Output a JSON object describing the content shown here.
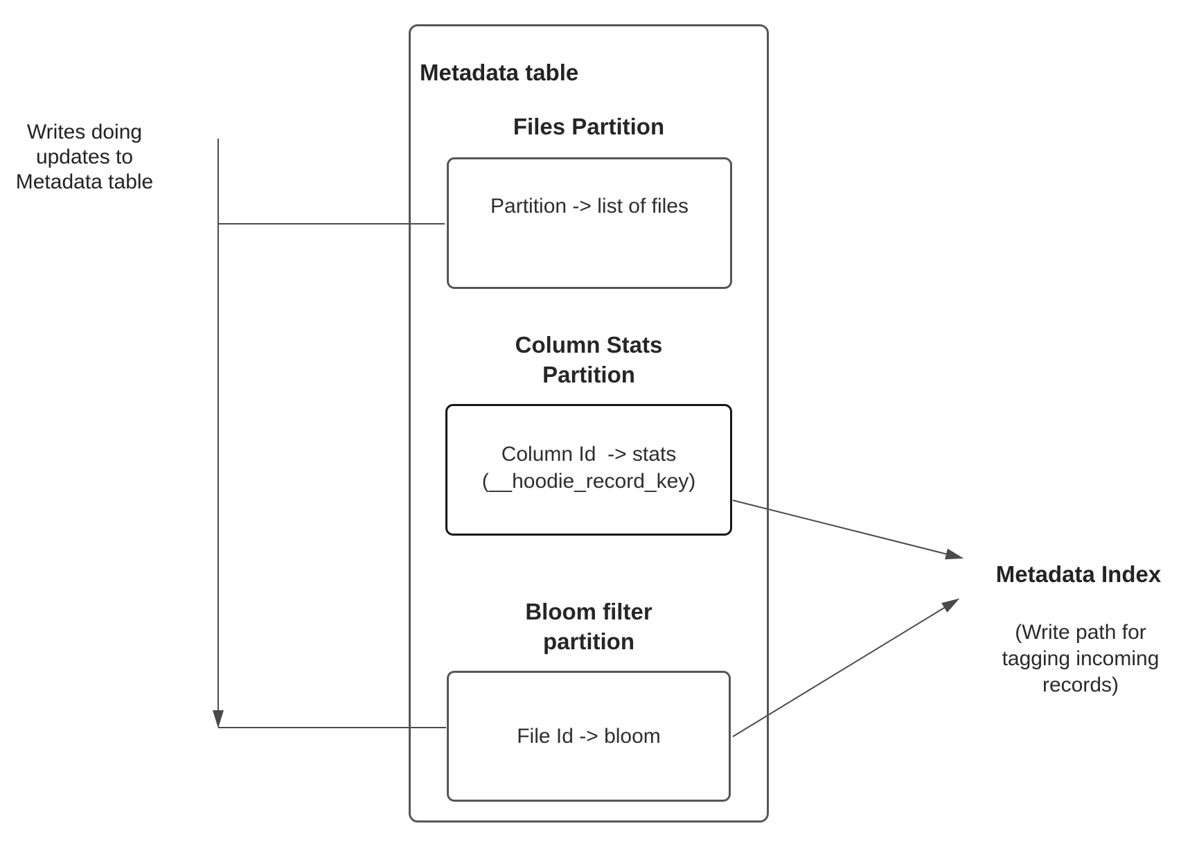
{
  "left_note": {
    "lines": [
      "Writes doing",
      "updates to",
      "Metadata table"
    ]
  },
  "metadata_table": {
    "title": "Metadata table",
    "files_partition": {
      "heading": "Files Partition",
      "mapping": "Partition -> list of files"
    },
    "column_stats_partition": {
      "heading": [
        "Column Stats",
        "Partition"
      ],
      "mapping": [
        "Column Id  -> stats",
        "(__hoodie_record_key)"
      ]
    },
    "bloom_filter_partition": {
      "heading": [
        "Bloom filter",
        "partition"
      ],
      "mapping": "File Id -> bloom"
    }
  },
  "metadata_index": {
    "title": "Metadata Index",
    "subtitle": [
      "(Write path for",
      "tagging incoming",
      "records)"
    ]
  },
  "colors": {
    "box_border": "#565656",
    "emphasis_border": "#161616",
    "connector": "#4a4a4a",
    "text": "#242424"
  }
}
